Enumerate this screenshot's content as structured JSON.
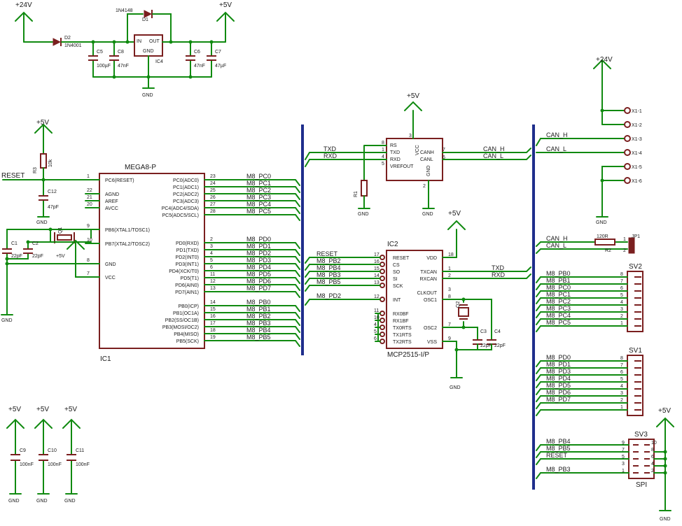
{
  "power": {
    "v24": "+24V",
    "v5": "+5V",
    "gnd": "GND"
  },
  "top": {
    "d1_ref": "D1",
    "d1_part": "1N4148",
    "d2_ref": "D2",
    "d2_part": "1N4001",
    "ic4_ref": "IC4",
    "ic4_in": "IN",
    "ic4_out": "OUT",
    "ic4_gnd": "GND",
    "caps": [
      {
        "ref": "C5",
        "val": "100µF"
      },
      {
        "ref": "C8",
        "val": "47nF"
      },
      {
        "ref": "C6",
        "val": "47nF"
      },
      {
        "ref": "C7",
        "val": "47µF"
      }
    ]
  },
  "reset": {
    "label": "RESET",
    "r3_ref": "R3",
    "r3_val": "10k",
    "c12_ref": "C12",
    "c12_val": "47pF"
  },
  "crystal": {
    "q1": "Q1",
    "c1_ref": "C1",
    "c1_val": "22pF",
    "c2_ref": "C2",
    "c2_val": "22pF"
  },
  "ic1": {
    "part": "MEGA8-P",
    "ref": "IC1",
    "left_pins": [
      {
        "num": "1",
        "name": "PC6(RESET)"
      },
      {
        "num": "22",
        "name": "AGND"
      },
      {
        "num": "21",
        "name": "AREF"
      },
      {
        "num": "20",
        "name": "AVCC"
      },
      {
        "num": "9",
        "name": "PB6(XTAL1/TOSC1)"
      },
      {
        "num": "10",
        "name": "PB7(XTAL2/TOSC2)"
      },
      {
        "num": "8",
        "name": "GND"
      },
      {
        "num": "7",
        "name": "VCC"
      }
    ],
    "right_pins": [
      {
        "num": "23",
        "name": "PC0(ADC0)",
        "net": "M8_PC0"
      },
      {
        "num": "24",
        "name": "PC1(ADC1)",
        "net": "M8_PC1"
      },
      {
        "num": "25",
        "name": "PC2(ADC2)",
        "net": "M8_PC2"
      },
      {
        "num": "26",
        "name": "PC3(ADC3)",
        "net": "M8_PC3"
      },
      {
        "num": "27",
        "name": "PC4(ADC4/SDA)",
        "net": "M8_PC4"
      },
      {
        "num": "28",
        "name": "PC5(ADC5/SCL)",
        "net": "M8_PC5"
      },
      {
        "num": "2",
        "name": "PD0(RXD)",
        "net": "M8_PD0"
      },
      {
        "num": "3",
        "name": "PD1(TXD)",
        "net": "M8_PD1"
      },
      {
        "num": "4",
        "name": "PD2(INT0)",
        "net": "M8_PD2"
      },
      {
        "num": "5",
        "name": "PD3(INT1)",
        "net": "M8_PD3"
      },
      {
        "num": "6",
        "name": "PD4(XCK/T0)",
        "net": "M8_PD4"
      },
      {
        "num": "11",
        "name": "PD5(T1)",
        "net": "M8_PD5"
      },
      {
        "num": "12",
        "name": "PD6(AIN0)",
        "net": "M8_PD6"
      },
      {
        "num": "13",
        "name": "PD7(AIN1)",
        "net": "M8_PD7"
      },
      {
        "num": "14",
        "name": "PB0(ICP)",
        "net": "M8_PB0"
      },
      {
        "num": "15",
        "name": "PB1(OC1A)",
        "net": "M8_PB1"
      },
      {
        "num": "16",
        "name": "PB2(SS/OC1B)",
        "net": "M8_PB2"
      },
      {
        "num": "17",
        "name": "PB3(MOSI/OC2)",
        "net": "M8_PB3"
      },
      {
        "num": "18",
        "name": "PB4(MISO)",
        "net": "M8_PB4"
      },
      {
        "num": "19",
        "name": "PB5(SCK)",
        "net": "M8_PB5"
      }
    ]
  },
  "transceiver": {
    "pins_left": [
      {
        "num": "8",
        "name": "RS"
      },
      {
        "num": "1",
        "name": "TXD"
      },
      {
        "num": "4",
        "name": "RXD"
      },
      {
        "num": "5",
        "name": "VREFOUT"
      }
    ],
    "vcc": "VCC",
    "gnd": "GND",
    "canh": "CANH",
    "canl": "CANL",
    "pin3": "3",
    "pin2": "2",
    "pin7": "7",
    "pin6": "6",
    "txd": "TXD",
    "rxd": "RXD",
    "can_h": "CAN_H",
    "can_l": "CAN_L",
    "r1": "R1"
  },
  "ic2": {
    "ref": "IC2",
    "part": "MCP2515-I/P",
    "left_pins": [
      {
        "num": "17",
        "name": "RESET",
        "net": "RESET"
      },
      {
        "num": "16",
        "name": "CS",
        "net": "M8_PB2"
      },
      {
        "num": "15",
        "name": "SO",
        "net": "M8_PB4"
      },
      {
        "num": "14",
        "name": "SI",
        "net": "M8_PB3"
      },
      {
        "num": "13",
        "name": "SCK",
        "net": "M8_PB5"
      },
      {
        "num": "12",
        "name": "INT",
        "net": "M8_PD2"
      },
      {
        "num": "11",
        "name": "RX0BF"
      },
      {
        "num": "10",
        "name": "RX1BF"
      },
      {
        "num": "4",
        "name": "TX0RTS"
      },
      {
        "num": "5",
        "name": "TX1RTS"
      },
      {
        "num": "6",
        "name": "TX2RTS"
      }
    ],
    "right_pins": [
      {
        "num": "18",
        "name": "VDD"
      },
      {
        "num": "1",
        "name": "TXCAN"
      },
      {
        "num": "2",
        "name": "RXCAN"
      },
      {
        "num": "3",
        "name": "CLKOUT"
      },
      {
        "num": "8",
        "name": "OSC1"
      },
      {
        "num": "7",
        "name": "OSC2"
      },
      {
        "num": "9",
        "name": "VSS"
      }
    ],
    "q2": "Q2",
    "c3_ref": "C3",
    "c3_val": "22pF",
    "c4_ref": "C4",
    "c4_val": "22pF",
    "txd": "TXD",
    "rxd": "RXD"
  },
  "x1": {
    "pins": [
      "X1-1",
      "X1-2",
      "X1-3",
      "X1-4",
      "X1-5",
      "X1-6"
    ],
    "can_h": "CAN_H",
    "can_l": "CAN_L"
  },
  "jp1": {
    "ref": "JP1",
    "r2_val": "120R",
    "r2_ref": "R2",
    "can_h": "CAN_H",
    "can_l": "CAN_L",
    "p1": "1",
    "p2": "2"
  },
  "sv2": {
    "ref": "SV2",
    "rows": [
      {
        "net": "M8_PB0",
        "pin": "8"
      },
      {
        "net": "M8_PB1",
        "pin": "7"
      },
      {
        "net": "M8_PC0",
        "pin": "6"
      },
      {
        "net": "M8_PC1",
        "pin": "5"
      },
      {
        "net": "M8_PC2",
        "pin": "4"
      },
      {
        "net": "M8_PC3",
        "pin": "3"
      },
      {
        "net": "M8_PC4",
        "pin": "2"
      },
      {
        "net": "M8_PC5",
        "pin": "1"
      }
    ]
  },
  "sv1": {
    "ref": "SV1",
    "rows": [
      {
        "net": "M8_PD0",
        "pin": "8"
      },
      {
        "net": "M8_PD1",
        "pin": "7"
      },
      {
        "net": "M8_PD3",
        "pin": "6"
      },
      {
        "net": "M8_PD4",
        "pin": "5"
      },
      {
        "net": "M8_PD5",
        "pin": "4"
      },
      {
        "net": "M8_PD6",
        "pin": "3"
      },
      {
        "net": "M8_PD7",
        "pin": "2"
      },
      {
        "net": "",
        "pin": "1"
      }
    ]
  },
  "sv3": {
    "ref": "SV3",
    "sub": "SPI",
    "rows": [
      {
        "net": "M8_PB4",
        "l": "9",
        "r": "10"
      },
      {
        "net": "M8_PB5",
        "l": "7",
        "r": "8"
      },
      {
        "net": "RESET",
        "l": "5",
        "r": "6"
      },
      {
        "net": "",
        "l": "3",
        "r": "4"
      },
      {
        "net": "M8_PB3",
        "l": "1",
        "r": "2"
      }
    ]
  },
  "bypass": [
    {
      "ref": "C9",
      "val": "100nF"
    },
    {
      "ref": "C10",
      "val": "100nF"
    },
    {
      "ref": "C11",
      "val": "100nF"
    }
  ]
}
